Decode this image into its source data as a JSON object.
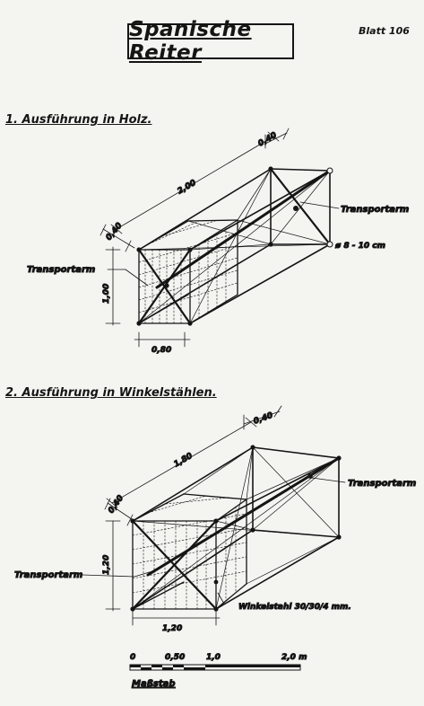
{
  "header": {
    "title": "Spanische Reiter",
    "sheet": "Blatt 106"
  },
  "sections": {
    "wood": {
      "heading": "1. Ausführung in Holz.",
      "dim_length": "2,00",
      "dim_top": "0,40",
      "dim_side": "0,40",
      "dim_height": "1,00",
      "dim_width": "0,80",
      "label_transport_right": "Transportarm",
      "label_transport_left": "Transportarm",
      "label_diameter": "ø 8 - 10 cm"
    },
    "steel": {
      "heading": "2. Ausführung in Winkelstählen.",
      "dim_length": "1,80",
      "dim_top": "0,40",
      "dim_side": "0,40",
      "dim_height": "1,20",
      "dim_width": "1,20",
      "label_transport_right": "Transportarm",
      "label_transport_left": "Transportarm",
      "label_angle": "Winkelstahl 30/30/4 mm."
    }
  },
  "scale": {
    "ticks": [
      "0",
      "0,50",
      "1,0",
      "2,0 m"
    ],
    "label": "Maßstab"
  }
}
